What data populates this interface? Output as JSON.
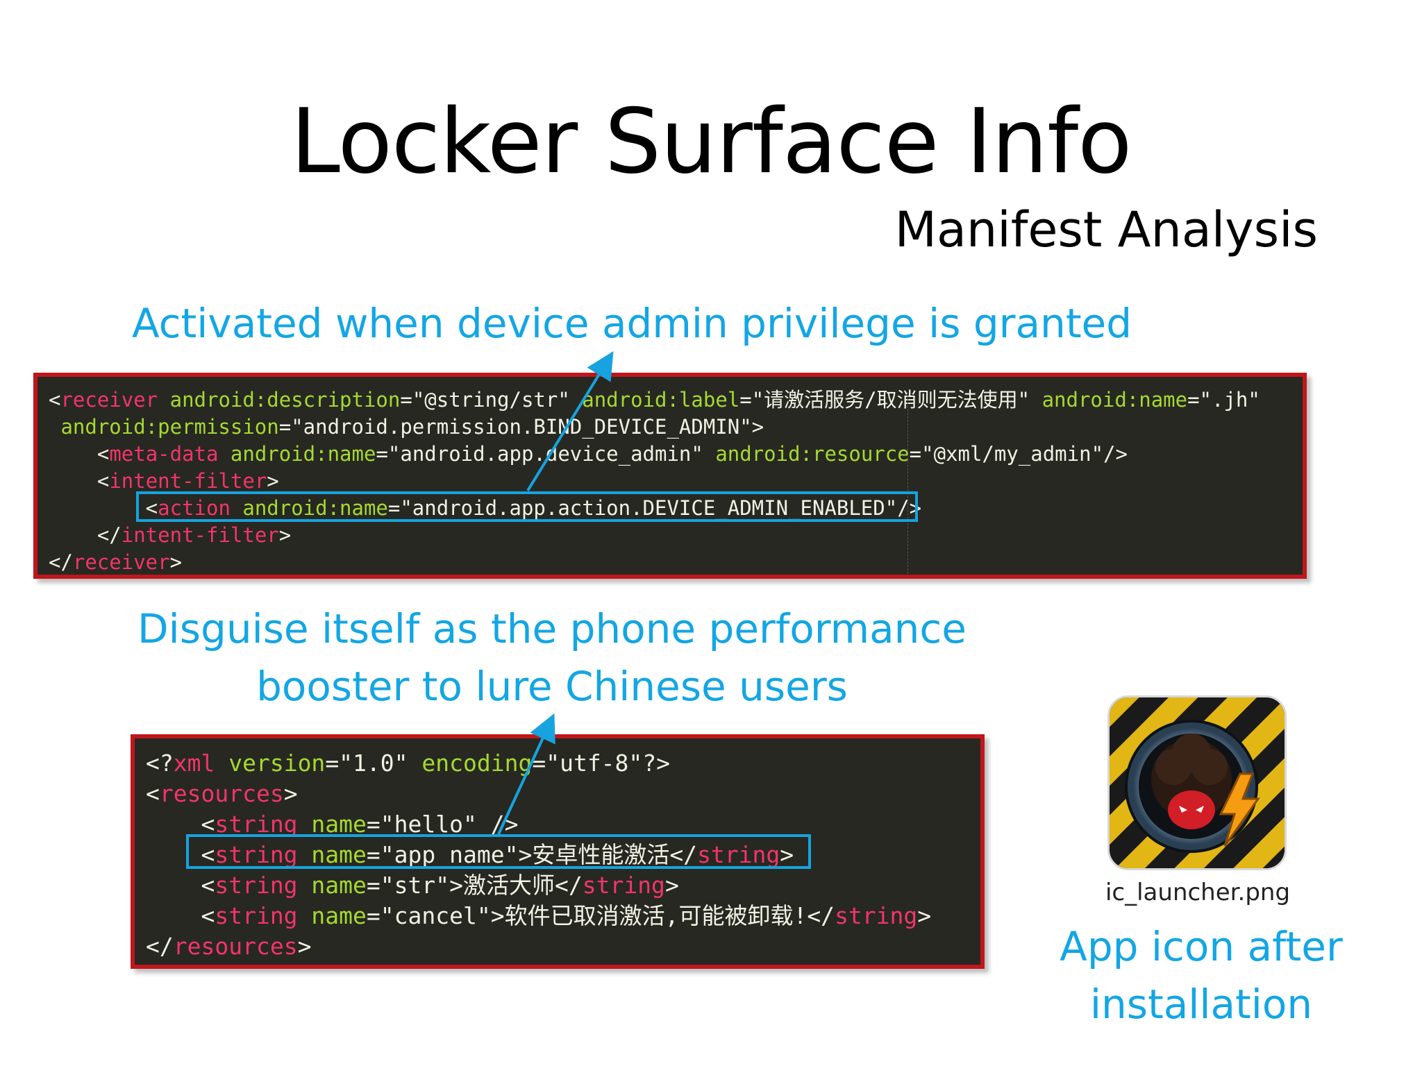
{
  "slide": {
    "title": "Locker Surface Info",
    "subtitle": "Manifest Analysis"
  },
  "annotations": {
    "admin_note": "Activated when device admin privilege is granted",
    "disguise_note_line1": "Disguise itself as the phone performance",
    "disguise_note_line2": "booster to lure Chinese users",
    "icon_note_line1": "App icon after",
    "icon_note_line2": "installation"
  },
  "code_manifest": {
    "lines": [
      [
        {
          "t": "<",
          "c": "str"
        },
        {
          "t": "receiver",
          "c": "tag"
        },
        {
          "t": " android:description",
          "c": "attr"
        },
        {
          "t": "=\"@string/str\" ",
          "c": "str"
        },
        {
          "t": "android:label",
          "c": "attr"
        },
        {
          "t": "=\"请激活服务/取消则无法使用\" ",
          "c": "str"
        },
        {
          "t": "android:name",
          "c": "attr"
        },
        {
          "t": "=\".jh\"",
          "c": "str"
        }
      ],
      [
        {
          "t": " android:permission",
          "c": "attr"
        },
        {
          "t": "=\"android.permission.BIND_DEVICE_ADMIN\">",
          "c": "str"
        }
      ],
      [
        {
          "t": "    <",
          "c": "str"
        },
        {
          "t": "meta-data",
          "c": "tag"
        },
        {
          "t": " android:name",
          "c": "attr"
        },
        {
          "t": "=\"android.app.device_admin\" ",
          "c": "str"
        },
        {
          "t": "android:resource",
          "c": "attr"
        },
        {
          "t": "=\"@xml/my_admin\"/>",
          "c": "str"
        }
      ],
      [
        {
          "t": "    <",
          "c": "str"
        },
        {
          "t": "intent-filter",
          "c": "tag"
        },
        {
          "t": ">",
          "c": "str"
        }
      ],
      [
        {
          "t": "        <",
          "c": "str"
        },
        {
          "t": "action",
          "c": "tag"
        },
        {
          "t": " android:name",
          "c": "attr"
        },
        {
          "t": "=\"android.app.action.DEVICE_ADMIN_ENABLED\"/>",
          "c": "str"
        }
      ],
      [
        {
          "t": "    </",
          "c": "str"
        },
        {
          "t": "intent-filter",
          "c": "tag"
        },
        {
          "t": ">",
          "c": "str"
        }
      ],
      [
        {
          "t": "</",
          "c": "str"
        },
        {
          "t": "receiver",
          "c": "tag"
        },
        {
          "t": ">",
          "c": "str"
        }
      ]
    ]
  },
  "code_strings": {
    "lines": [
      [
        {
          "t": "<?",
          "c": "str"
        },
        {
          "t": "xml",
          "c": "tag"
        },
        {
          "t": " version",
          "c": "attr"
        },
        {
          "t": "=\"1.0\" ",
          "c": "str"
        },
        {
          "t": "encoding",
          "c": "attr"
        },
        {
          "t": "=\"utf-8\"?>",
          "c": "str"
        }
      ],
      [
        {
          "t": "<",
          "c": "str"
        },
        {
          "t": "resources",
          "c": "tag"
        },
        {
          "t": ">",
          "c": "str"
        }
      ],
      [
        {
          "t": "    <",
          "c": "str"
        },
        {
          "t": "string",
          "c": "tag"
        },
        {
          "t": " name",
          "c": "attr"
        },
        {
          "t": "=\"hello\" />",
          "c": "str"
        }
      ],
      [
        {
          "t": "    <",
          "c": "str"
        },
        {
          "t": "string",
          "c": "tag"
        },
        {
          "t": " name",
          "c": "attr"
        },
        {
          "t": "=\"app_name\">安卓性能激活</",
          "c": "str"
        },
        {
          "t": "string",
          "c": "tag"
        },
        {
          "t": ">",
          "c": "str"
        }
      ],
      [
        {
          "t": "    <",
          "c": "str"
        },
        {
          "t": "string",
          "c": "tag"
        },
        {
          "t": " name",
          "c": "attr"
        },
        {
          "t": "=\"str\">激活大师</",
          "c": "str"
        },
        {
          "t": "string",
          "c": "tag"
        },
        {
          "t": ">",
          "c": "str"
        }
      ],
      [
        {
          "t": "    <",
          "c": "str"
        },
        {
          "t": "string",
          "c": "tag"
        },
        {
          "t": " name",
          "c": "attr"
        },
        {
          "t": "=\"cancel\">软件已取消激活,可能被卸载!</",
          "c": "str"
        },
        {
          "t": "string",
          "c": "tag"
        },
        {
          "t": ">",
          "c": "str"
        }
      ],
      [
        {
          "t": "</",
          "c": "str"
        },
        {
          "t": "resources",
          "c": "tag"
        },
        {
          "t": ">",
          "c": "str"
        }
      ]
    ]
  },
  "app_icon": {
    "filename": "ic_launcher.png",
    "icon": "spider-locker-app-icon"
  },
  "colors": {
    "annotation_blue": "#13a6e4",
    "box_red": "#c0161c",
    "code_bg": "#272822",
    "tag_pink": "#f3346b",
    "attr_green": "#a6d930"
  }
}
